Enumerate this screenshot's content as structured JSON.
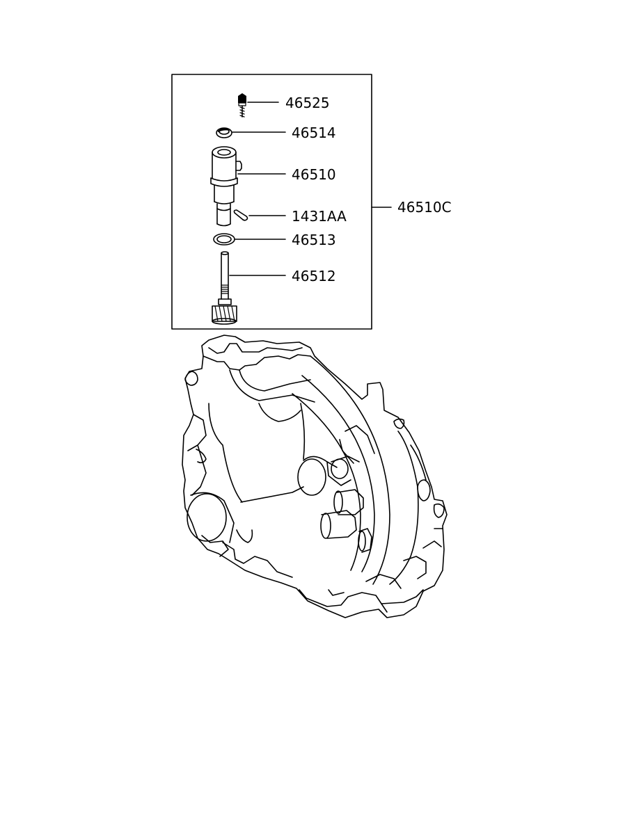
{
  "diagram": {
    "assembly_label": "46510C",
    "parts": [
      {
        "id": "bolt",
        "number": "46525"
      },
      {
        "id": "oil-seal",
        "number": "46514"
      },
      {
        "id": "sleeve",
        "number": "46510"
      },
      {
        "id": "pin",
        "number": "1431AA"
      },
      {
        "id": "o-ring",
        "number": "46513"
      },
      {
        "id": "driven-gear",
        "number": "46512"
      }
    ]
  }
}
